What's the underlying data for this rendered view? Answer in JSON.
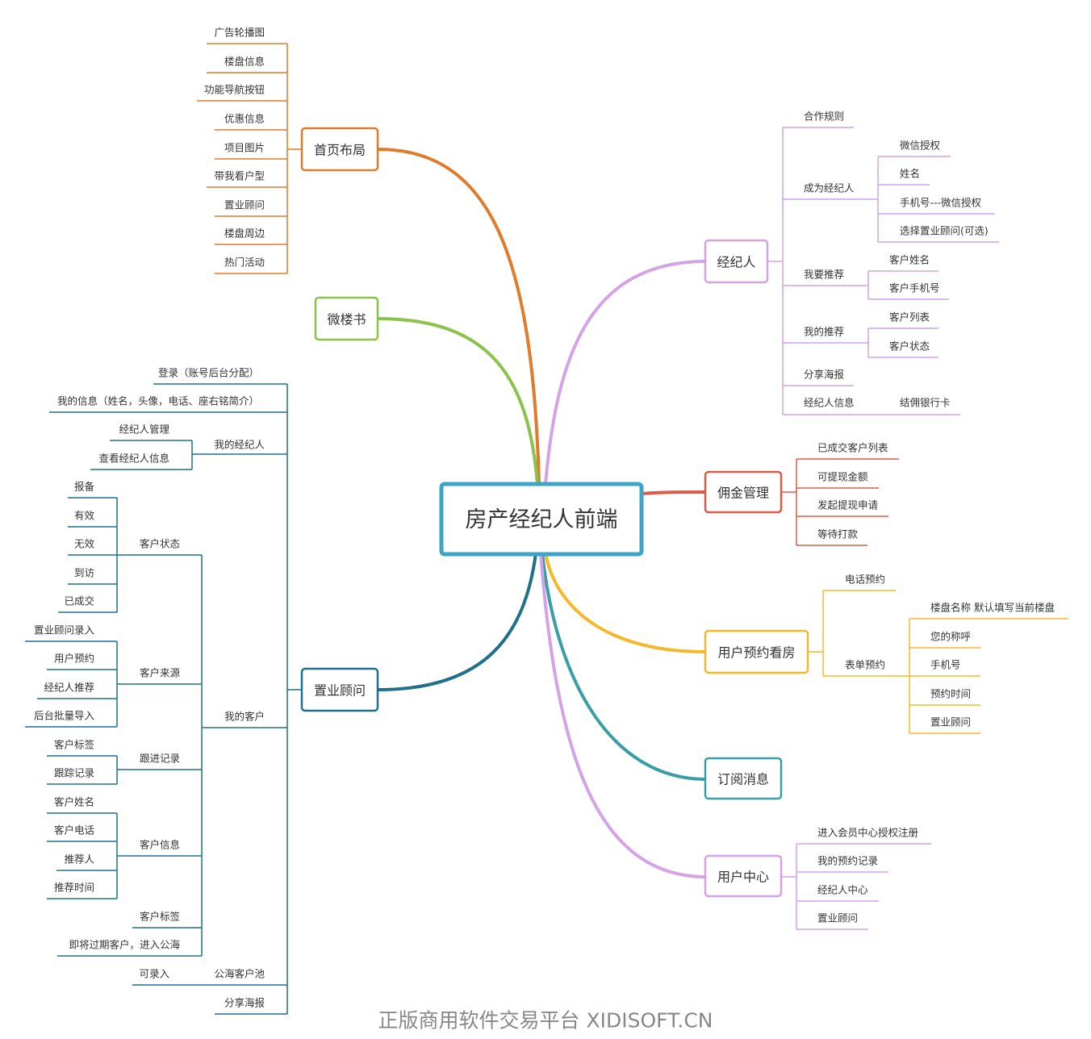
{
  "center": {
    "label": "房产经纪人前端"
  },
  "colors": {
    "center": "#3aa5c6",
    "homepage": "#e07b2b",
    "wlsh": "#8bc34a",
    "consultant": "#1f7189",
    "agent": "#d3a3e6",
    "commission": "#d95b48",
    "booking": "#f5b82a",
    "subscribe": "#3a9ea6",
    "usercenter": "#d3a3e6",
    "text": "#333333",
    "watermark": "#888888"
  },
  "branches": {
    "homepage": {
      "label": "首页布局",
      "items": [
        "广告轮播图",
        "楼盘信息",
        "功能导航按钮",
        "优惠信息",
        "项目图片",
        "带我看户型",
        "置业顾问",
        "楼盘周边",
        "热门活动"
      ]
    },
    "wlsh": {
      "label": "微楼书"
    },
    "consultant": {
      "label": "置业顾问",
      "login": "登录（账号后台分配）",
      "myinfo": "我的信息（姓名，头像，电话、座右铭简介）",
      "myagents": {
        "label": "我的经纪人",
        "items": [
          "经纪人管理",
          "查看经纪人信息"
        ]
      },
      "mycustomers": {
        "label": "我的客户",
        "status": {
          "label": "客户状态",
          "items": [
            "报备",
            "有效",
            "无效",
            "到访",
            "已成交"
          ]
        },
        "source": {
          "label": "客户来源",
          "items": [
            "置业顾问录入",
            "用户预约",
            "经纪人推荐",
            "后台批量导入"
          ]
        },
        "followup": {
          "label": "跟进记录",
          "items": [
            "客户标签",
            "跟踪记录"
          ]
        },
        "info": {
          "label": "客户信息",
          "items": [
            "客户姓名",
            "客户电话",
            "推荐人",
            "推荐时间"
          ]
        },
        "tag": "客户标签",
        "expire": "即将过期客户，进入公海"
      },
      "pool": {
        "label": "公海客户池",
        "item": "可录入"
      },
      "poster": "分享海报"
    },
    "agent": {
      "label": "经纪人",
      "rules": "合作规则",
      "become": {
        "label": "成为经纪人",
        "items": [
          "微信授权",
          "姓名",
          "手机号---微信授权",
          "选择置业顾问(可选)"
        ]
      },
      "recommend": {
        "label": "我要推荐",
        "items": [
          "客户姓名",
          "客户手机号"
        ]
      },
      "myrec": {
        "label": "我的推荐",
        "items": [
          "客户列表",
          "客户状态"
        ]
      },
      "poster": "分享海报",
      "info": {
        "label": "经纪人信息",
        "item": "结佣银行卡"
      }
    },
    "commission": {
      "label": "佣金管理",
      "items": [
        "已成交客户列表",
        "可提现金额",
        "发起提现申请",
        "等待打款"
      ]
    },
    "booking": {
      "label": "用户预约看房",
      "phone": "电话预约",
      "form": {
        "label": "表单预约",
        "items": [
          "楼盘名称 默认填写当前楼盘",
          "您的称呼",
          "手机号",
          "预约时间",
          "置业顾问"
        ]
      }
    },
    "subscribe": {
      "label": "订阅消息"
    },
    "usercenter": {
      "label": "用户中心",
      "items": [
        "进入会员中心授权注册",
        "我的预约记录",
        "经纪人中心",
        "置业顾问"
      ]
    }
  },
  "watermark": "正版商用软件交易平台 XIDISOFT.CN"
}
